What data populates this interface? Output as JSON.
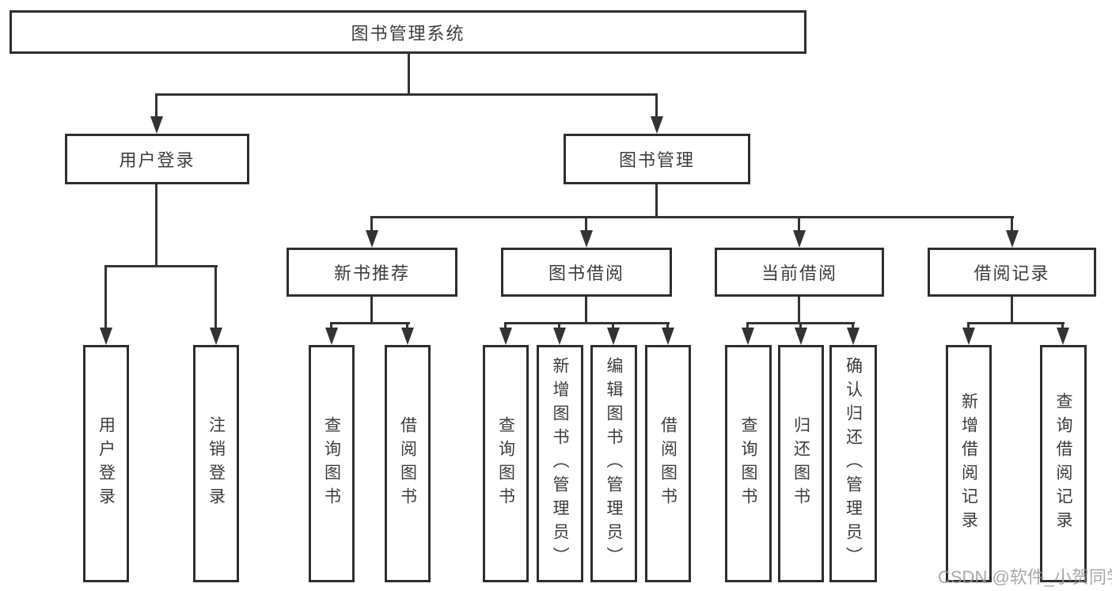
{
  "diagram": {
    "title": "图书管理系统",
    "root": {
      "label": "图书管理系统"
    },
    "level2": [
      {
        "label": "用户登录"
      },
      {
        "label": "图书管理"
      }
    ],
    "level3": [
      {
        "label": "新书推荐"
      },
      {
        "label": "图书借阅"
      },
      {
        "label": "当前借阅"
      },
      {
        "label": "借阅记录"
      }
    ],
    "leaves": {
      "user_login": [
        {
          "label": "用户登录"
        },
        {
          "label": "注销登录"
        }
      ],
      "new_book": [
        {
          "label": "查询图书"
        },
        {
          "label": "借阅图书"
        }
      ],
      "book_borrow": [
        {
          "label": "查询图书"
        },
        {
          "label": "新增图书（管理员）"
        },
        {
          "label": "编辑图书（管理员）"
        },
        {
          "label": "借阅图书"
        }
      ],
      "current_borrow": [
        {
          "label": "查询图书"
        },
        {
          "label": "归还图书"
        },
        {
          "label": "确认归还（管理员）"
        }
      ],
      "borrow_records": [
        {
          "label": "新增借阅记录"
        },
        {
          "label": "查询借阅记录"
        }
      ]
    },
    "watermark": "CSDN @软件_小贺同学",
    "colors": {
      "line": "#333333",
      "border": "#2e2e2e",
      "text": "#3c3c3c",
      "watermark": "#96999e",
      "background": "#ffffff"
    }
  }
}
